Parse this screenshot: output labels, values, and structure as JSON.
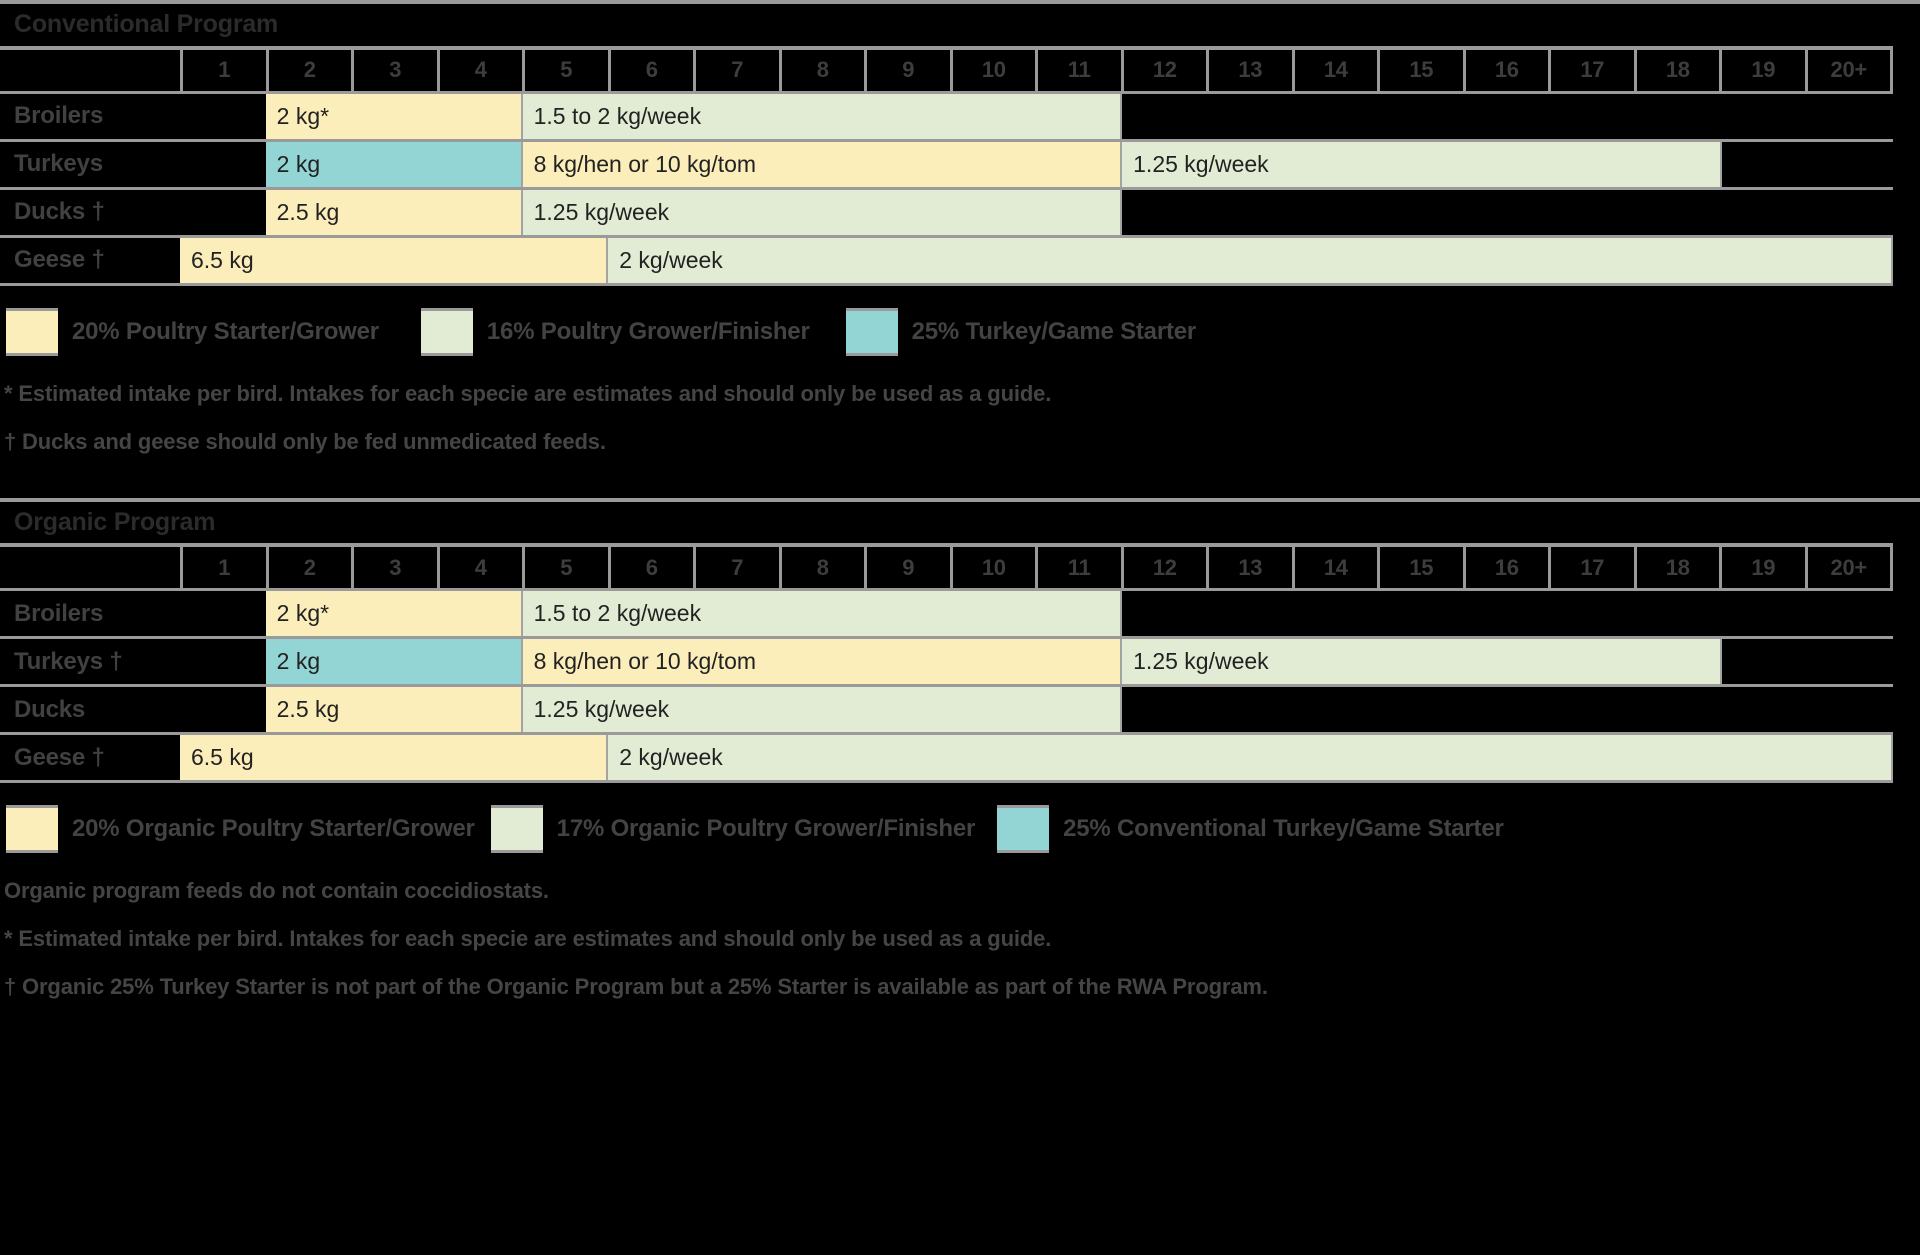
{
  "colors": {
    "starter_yellow": "#fceebb",
    "grower_green": "#e2ecd4",
    "turkey_teal": "#93d4d4",
    "rule_gray": "#9a9a9a",
    "background": "#000000",
    "text_gray": "#414141"
  },
  "week_headers": [
    "1",
    "2",
    "3",
    "4",
    "5",
    "6",
    "7",
    "8",
    "9",
    "10",
    "11",
    "12",
    "13",
    "14",
    "15",
    "16",
    "17",
    "18",
    "19",
    "20+"
  ],
  "conventional": {
    "title": "Conventional Program",
    "rows": [
      {
        "label": "Broilers",
        "bars": [
          {
            "text": "2 kg*",
            "color": "yellow",
            "start": 1,
            "end": 4
          },
          {
            "text": "1.5 to 2 kg/week",
            "color": "green",
            "start": 4,
            "end": 11
          }
        ]
      },
      {
        "label": "Turkeys",
        "bars": [
          {
            "text": "2 kg",
            "color": "teal",
            "start": 1,
            "end": 4
          },
          {
            "text": "8 kg/hen or 10 kg/tom",
            "color": "yellow",
            "start": 4,
            "end": 11
          },
          {
            "text": "1.25 kg/week",
            "color": "green",
            "start": 11,
            "end": 18
          }
        ]
      },
      {
        "label": "Ducks †",
        "bars": [
          {
            "text": "2.5 kg",
            "color": "yellow",
            "start": 1,
            "end": 4
          },
          {
            "text": "1.25 kg/week",
            "color": "green",
            "start": 4,
            "end": 11
          }
        ]
      },
      {
        "label": "Geese †",
        "bars": [
          {
            "text": "6.5 kg",
            "color": "yellow",
            "start": 0,
            "end": 5
          },
          {
            "text": "2 kg/week",
            "color": "green",
            "start": 5,
            "end": 20
          }
        ]
      }
    ],
    "legend": [
      {
        "color": "yellow",
        "label": "20% Poultry Starter/Grower"
      },
      {
        "color": "green",
        "label": "16% Poultry Grower/Finisher"
      },
      {
        "color": "teal",
        "label": "25% Turkey/Game Starter"
      }
    ],
    "notes": [
      "* Estimated intake per bird. Intakes for each specie are estimates and should only be used as a guide.",
      "† Ducks and geese should only be fed unmedicated feeds."
    ]
  },
  "organic": {
    "title": "Organic Program",
    "rows": [
      {
        "label": "Broilers",
        "bars": [
          {
            "text": "2 kg*",
            "color": "yellow",
            "start": 1,
            "end": 4
          },
          {
            "text": "1.5 to 2 kg/week",
            "color": "green",
            "start": 4,
            "end": 11
          }
        ]
      },
      {
        "label": "Turkeys †",
        "bars": [
          {
            "text": "2 kg",
            "color": "teal",
            "start": 1,
            "end": 4
          },
          {
            "text": "8 kg/hen or 10 kg/tom",
            "color": "yellow",
            "start": 4,
            "end": 11
          },
          {
            "text": "1.25 kg/week",
            "color": "green",
            "start": 11,
            "end": 18
          }
        ]
      },
      {
        "label": "Ducks",
        "bars": [
          {
            "text": "2.5 kg",
            "color": "yellow",
            "start": 1,
            "end": 4
          },
          {
            "text": "1.25 kg/week",
            "color": "green",
            "start": 4,
            "end": 11
          }
        ]
      },
      {
        "label": "Geese †",
        "bars": [
          {
            "text": "6.5 kg",
            "color": "yellow",
            "start": 0,
            "end": 5
          },
          {
            "text": "2 kg/week",
            "color": "green",
            "start": 5,
            "end": 20
          }
        ]
      }
    ],
    "legend": [
      {
        "color": "yellow",
        "label": "20% Organic Poultry Starter/Grower"
      },
      {
        "color": "green",
        "label": "17% Organic Poultry Grower/Finisher"
      },
      {
        "color": "teal",
        "label": "25% Conventional Turkey/Game Starter"
      }
    ],
    "notes": [
      "Organic program feeds do not contain coccidiostats.",
      "* Estimated intake per bird. Intakes for each specie are estimates and should only be used as a guide.",
      "† Organic 25% Turkey Starter is not part of the Organic Program but a 25% Starter is available as part of the RWA Program."
    ]
  }
}
